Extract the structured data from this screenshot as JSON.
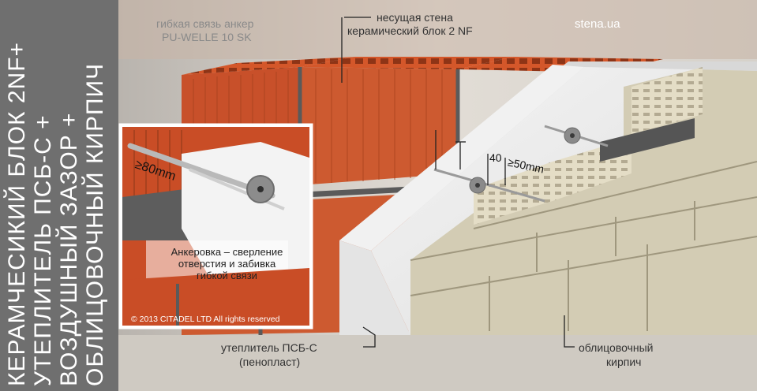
{
  "side_title": "КЕРАМЧЕСИКИЙ БЛОК 2NF+\nУТЕПЛИТЕЛЬ ПСБ-С +\nВОЗДУШНЫЙ ЗАЗОР +\nОБЛИЦОВОЧНЫЙ КИРПИЧ",
  "labels": {
    "anchor_line1": "гибкая связь анкер",
    "anchor_line2": "PU-WELLE 10 SK",
    "wall_line1": "несущая стена",
    "wall_line2": "керамический блок 2 NF",
    "site": "stena.ua",
    "insulation_line1": "утеплитель ПСБ-С",
    "insulation_line2": "(пенопласт)",
    "facing_line1": "облицовочный",
    "facing_line2": "кирпич"
  },
  "inset": {
    "caption": "Анкеровка – сверление\nотверстия и забивка\nгибкой связи",
    "depth_label": "≥80mm",
    "copyright": "© 2013 CITADEL LTD  All rights reserved"
  },
  "dimensions": {
    "insulation": "40",
    "air_gap": "≥50mm"
  },
  "colors": {
    "ceramic_block": "#d4572a",
    "insulation": "#ececec",
    "facing_brick": "#e2dcc6",
    "mortar": "#5a5a5a",
    "side_panel": "#6f6f6f"
  }
}
